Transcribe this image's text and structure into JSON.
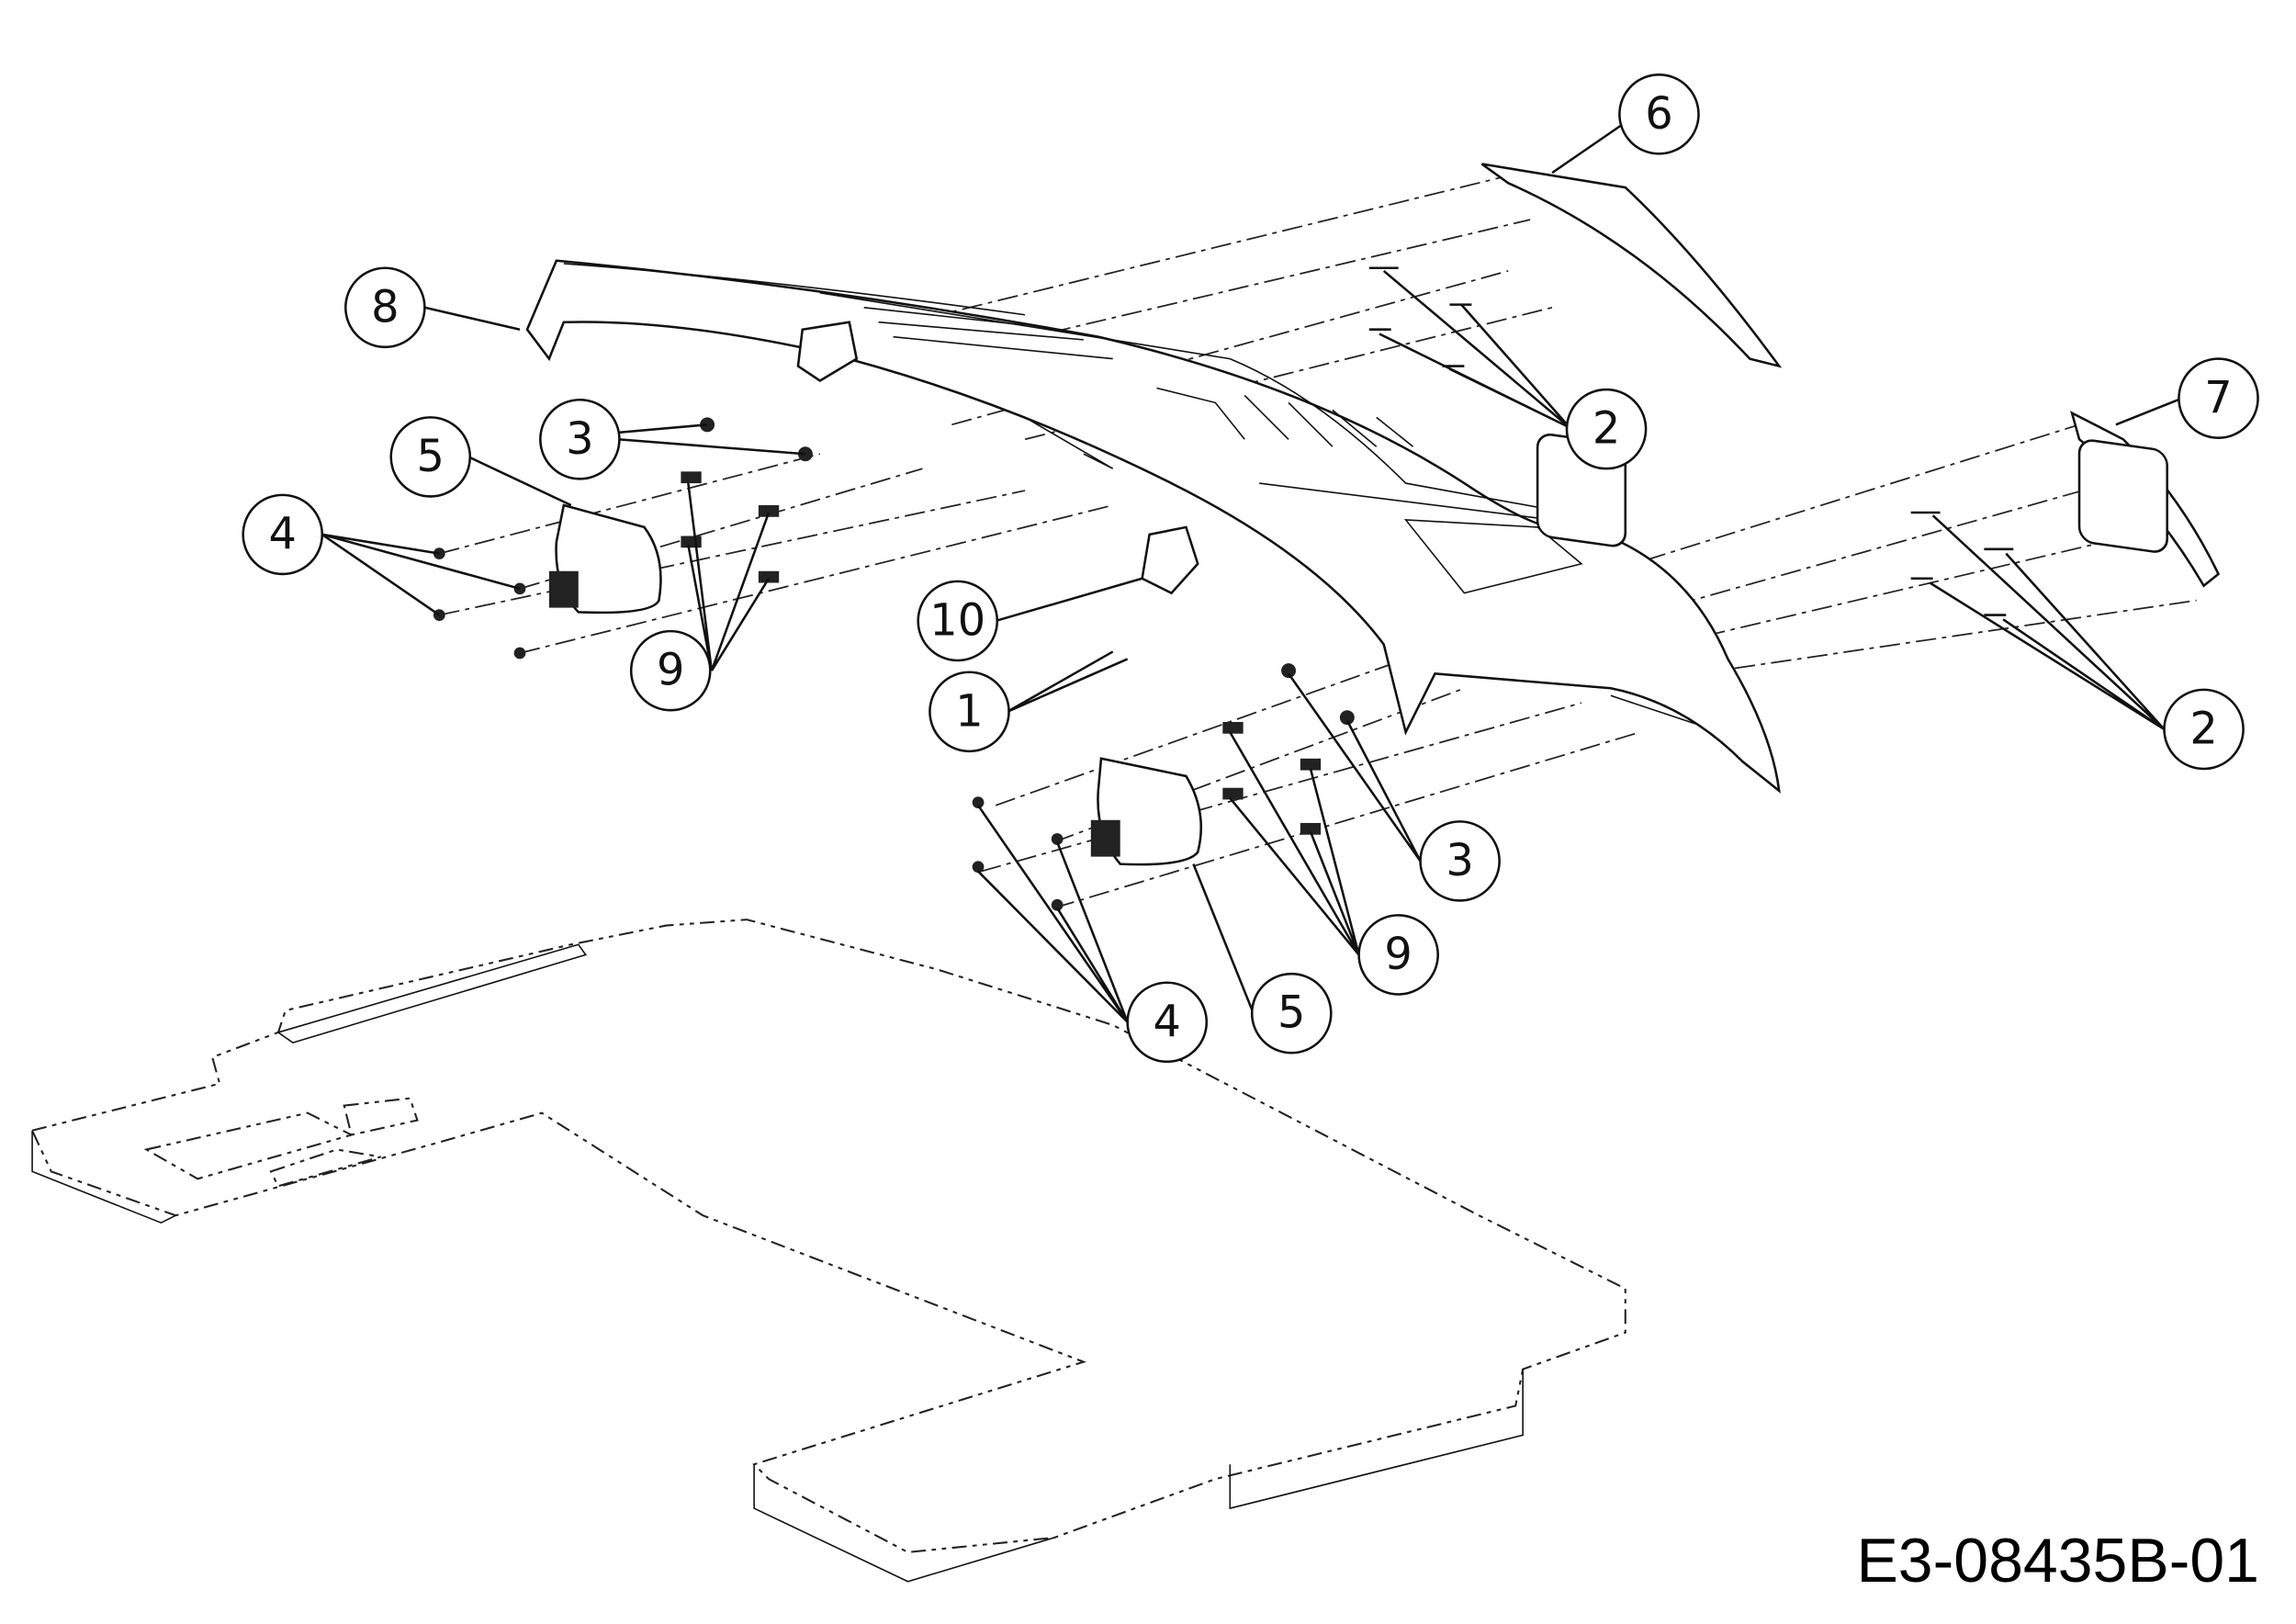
{
  "drawing_code": "E3-08435B-01",
  "callouts": {
    "c6": "6",
    "c8": "8",
    "c7": "7",
    "c2a": "2",
    "c3a": "3",
    "c5a": "5",
    "c4a": "4",
    "c10": "10",
    "c9a": "9",
    "c1": "1",
    "c2b": "2",
    "c3b": "3",
    "c9b": "9",
    "c4b": "4",
    "c5b": "5"
  }
}
